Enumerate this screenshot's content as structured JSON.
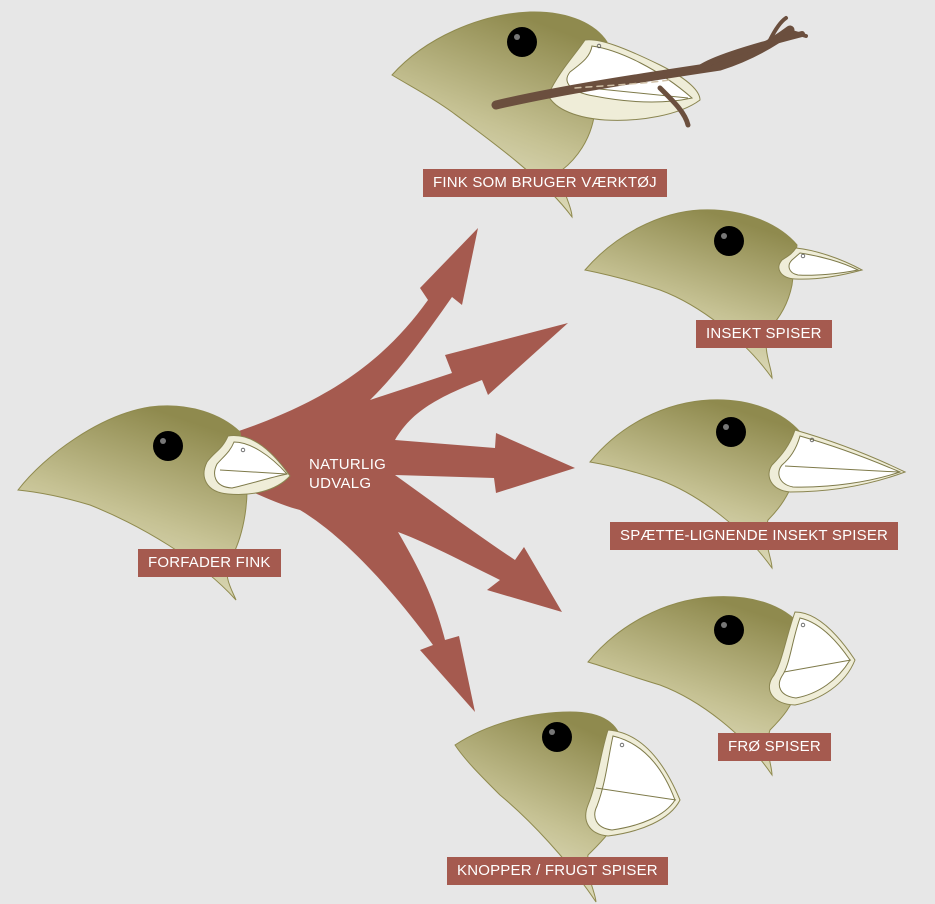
{
  "labels": {
    "ancestor": "FORFADER FINK",
    "process_line1": "NATURLIG",
    "process_line2": "UDVALG",
    "tool_user": "FINK SOM BRUGER VÆRKTØJ",
    "insect_eater": "INSEKT SPISER",
    "woodpecker_like": "SPÆTTE-LIGNENDE INSEKT SPISER",
    "seed_eater": "FRØ SPISER",
    "bud_fruit_eater": "KNOPPER / FRUGT SPISER"
  },
  "colors": {
    "background": "#e7e7e7",
    "arrow": "#a55a4f",
    "label_bg": "#a55a4f",
    "bird_head_dark": "#8f8a4e",
    "bird_head_light": "#efedd8",
    "beak": "#ffffff",
    "eye": "#000000",
    "twig": "#6b4f3e"
  },
  "icons": [
    "ancestor-finch-icon",
    "tool-user-finch-icon",
    "insect-eater-finch-icon",
    "woodpecker-finch-icon",
    "seed-eater-finch-icon",
    "fruit-eater-finch-icon",
    "twig-icon"
  ]
}
